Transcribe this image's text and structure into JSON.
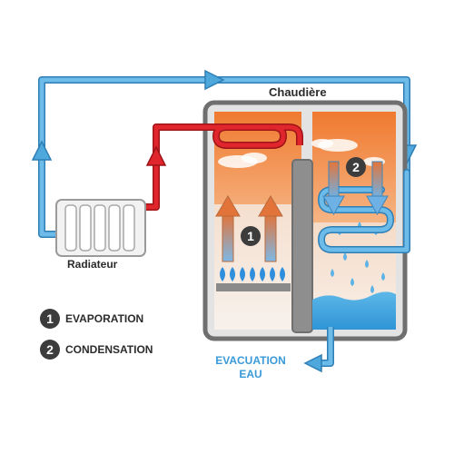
{
  "labels": {
    "boiler": "Chaudière",
    "radiator": "Radiateur",
    "evacuation": "EVACUATION EAU"
  },
  "legend": [
    {
      "number": "1",
      "text": "EVAPORATION"
    },
    {
      "number": "2",
      "text": "CONDENSATION"
    }
  ],
  "badges": {
    "stage_1": "1",
    "stage_2": "2"
  },
  "colors": {
    "cold_pipe": "#4ea8dc",
    "hot_pipe": "#e0262c",
    "boiler_outline": "#6f6f6f",
    "boiler_fill": "#e6e6e6",
    "flue": "#8c8c8c",
    "water": "#3aa3de",
    "flame": "#2f8fdc",
    "sky_warm": "#f08a3c"
  }
}
